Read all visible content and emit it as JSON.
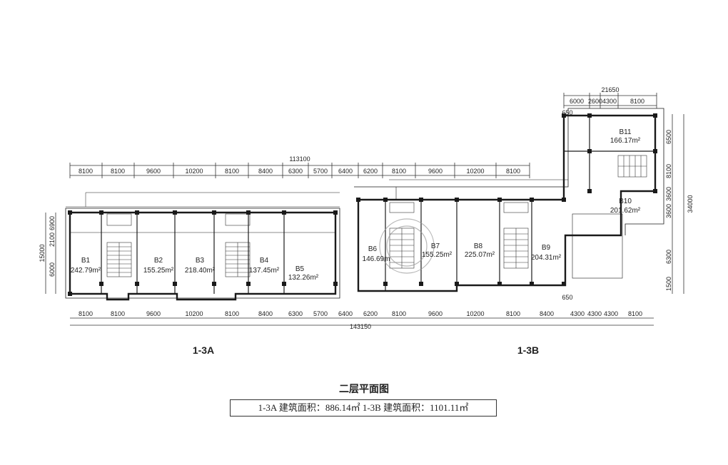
{
  "dimensions": {
    "top_overall_a": "113100",
    "top_overall_b": "21650",
    "bottom_overall": "143150",
    "top_row_a": [
      "8100",
      "8100",
      "9600",
      "10200",
      "8100",
      "8400",
      "6300",
      "5700",
      "6400"
    ],
    "top_row_b1": [
      "6200",
      "8100",
      "9600",
      "10200",
      "8100"
    ],
    "top_row_b2": [
      "6000",
      "2600",
      "4300",
      "8100"
    ],
    "bottom_row": [
      "8100",
      "8100",
      "9600",
      "10200",
      "8100",
      "8400",
      "6300",
      "5700",
      "6400",
      "6200",
      "8100",
      "9600",
      "10200",
      "8100",
      "8400",
      "4300",
      "4300",
      "4300",
      "8100"
    ],
    "left_side": [
      "6900",
      "2100",
      "6000"
    ],
    "left_total": "15000",
    "right_side": [
      "6500",
      "8100",
      "3600",
      "3600",
      "6300",
      "1500"
    ],
    "right_total": "34000",
    "offset_top": "650",
    "offset_bottom": "650"
  },
  "units": [
    {
      "name": "B1",
      "area": "242.79m²"
    },
    {
      "name": "B2",
      "area": "155.25m²"
    },
    {
      "name": "B3",
      "area": "218.40m²"
    },
    {
      "name": "B4",
      "area": "137.45m²"
    },
    {
      "name": "B5",
      "area": "132.26m²"
    },
    {
      "name": "B6",
      "area": "146.69m"
    },
    {
      "name": "B7",
      "area": "155.25m²"
    },
    {
      "name": "B8",
      "area": "225.07m²"
    },
    {
      "name": "B9",
      "area": "204.31m²"
    },
    {
      "name": "B10",
      "area": "201.62m²"
    },
    {
      "name": "B11",
      "area": "166.17m²"
    }
  ],
  "buildings": {
    "a": "1-3A",
    "b": "1-3B"
  },
  "caption": {
    "title": "二层平面图",
    "area_text": "1-3A 建筑面积：886.14㎡ 1-3B   建筑面积：1101.11㎡"
  },
  "colors": {
    "line": "#333333",
    "wall": "#1a1a1a"
  }
}
